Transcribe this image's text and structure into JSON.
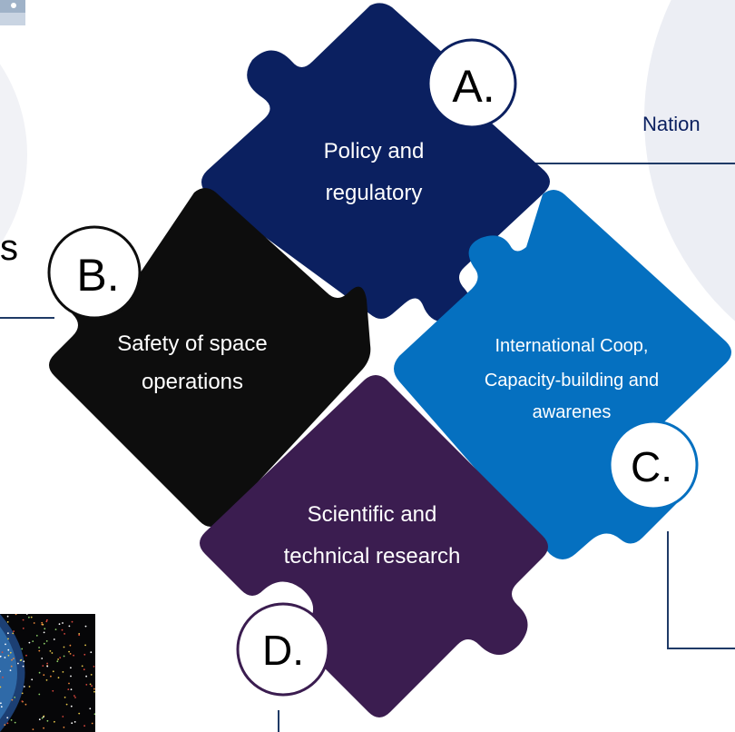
{
  "colors": {
    "policy": "#0b2060",
    "safety": "#0d0d0d",
    "coop": "#0570c0",
    "research": "#3b1d50",
    "background_circle": "#eceef4",
    "line": "#1f3a66"
  },
  "pieces": {
    "A": {
      "letter": "A.",
      "line1": "Policy and",
      "line2": "regulatory"
    },
    "B": {
      "letter": "B.",
      "line1": "Safety of space",
      "line2": "operations"
    },
    "C": {
      "letter": "C.",
      "line1": "International Coop,",
      "line2": "Capacity-building and",
      "line3": "awarenes"
    },
    "D": {
      "letter": "D.",
      "line1": "Scientific and",
      "line2": "technical research"
    }
  },
  "edge_text": {
    "right_partial": "Nation",
    "left_partial": "s"
  }
}
